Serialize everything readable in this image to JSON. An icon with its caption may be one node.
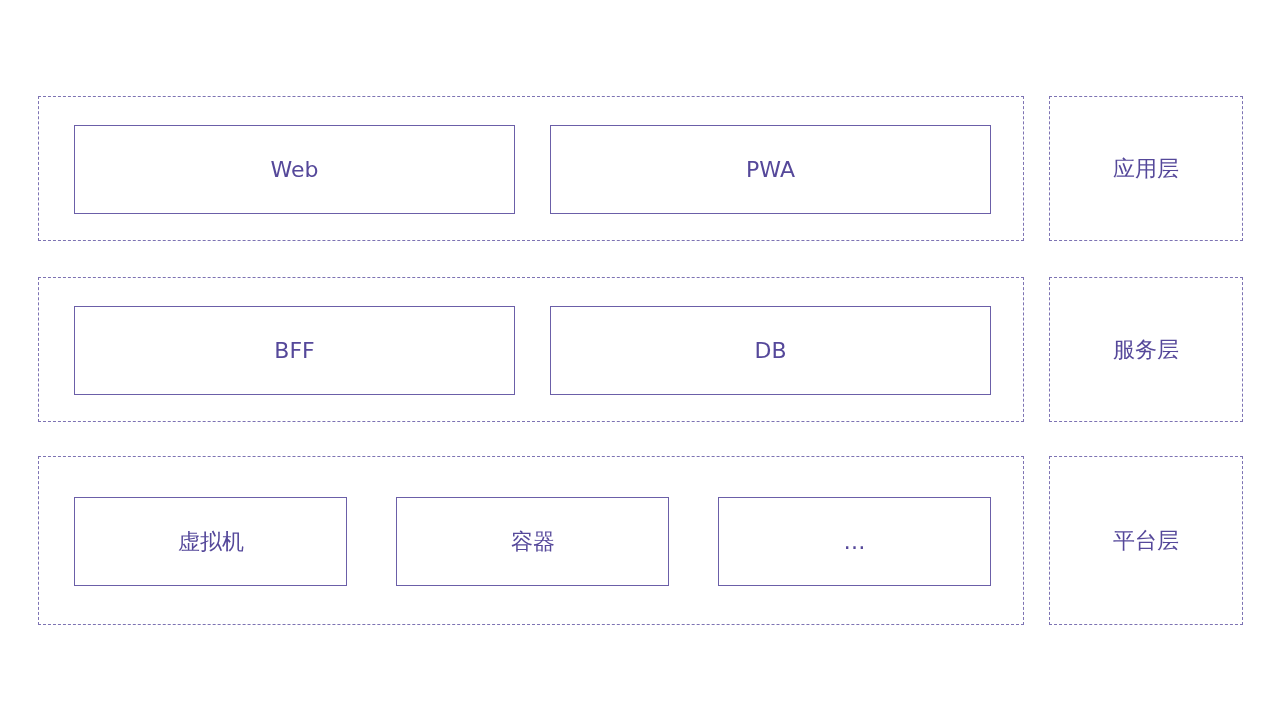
{
  "diagram": {
    "nodes": [
      {
        "text": [],
        "shape": "box"
      },
      {
        "text": [
          "Web"
        ],
        "in": 0
      },
      {
        "text": [
          "PWA"
        ],
        "in": 0
      },
      {
        "text": [
          "应用层"
        ]
      },
      {
        "text": [],
        "shape": "box"
      },
      {
        "text": [
          "BFF"
        ],
        "in": 4
      },
      {
        "text": [
          "DB"
        ],
        "in": 4
      },
      {
        "text": [
          "服务层"
        ]
      },
      {
        "text": [],
        "shape": "box"
      },
      {
        "text": [
          "虚拟机"
        ],
        "in": 8
      },
      {
        "text": [
          "容器"
        ],
        "in": 8
      },
      {
        "text": [
          "…"
        ],
        "in": 8
      },
      {
        "text": [
          "平台层"
        ]
      }
    ]
  }
}
